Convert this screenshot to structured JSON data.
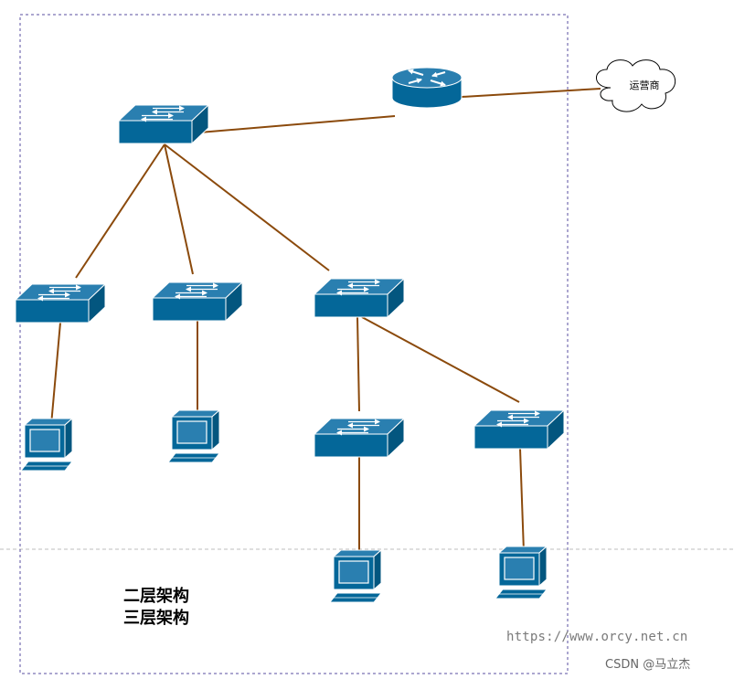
{
  "carrier_label": "运营商",
  "architecture_labels": [
    "二层架构",
    "三层架构"
  ],
  "watermark": {
    "url": "https://www.orcy.net.cn",
    "author": "CSDN @马立杰"
  },
  "colors": {
    "device": "#046799",
    "device_light": "#2a7fb0",
    "link": "#8b4a0c",
    "frame": "#5a4fa0",
    "separator": "#bdbdbd"
  },
  "nodes": [
    {
      "id": "core-switch",
      "kind": "switch"
    },
    {
      "id": "router",
      "kind": "router"
    },
    {
      "id": "carrier-cloud",
      "kind": "cloud"
    },
    {
      "id": "access-switch-1",
      "kind": "switch"
    },
    {
      "id": "access-switch-2",
      "kind": "switch"
    },
    {
      "id": "distribution-switch",
      "kind": "switch"
    },
    {
      "id": "access-switch-3",
      "kind": "switch"
    },
    {
      "id": "access-switch-4",
      "kind": "switch"
    },
    {
      "id": "pc-1",
      "kind": "pc"
    },
    {
      "id": "pc-2",
      "kind": "pc"
    },
    {
      "id": "pc-3",
      "kind": "pc"
    },
    {
      "id": "pc-4",
      "kind": "pc"
    }
  ],
  "links": [
    {
      "from": "core-switch",
      "to": "router"
    },
    {
      "from": "router",
      "to": "carrier-cloud"
    },
    {
      "from": "core-switch",
      "to": "access-switch-1"
    },
    {
      "from": "core-switch",
      "to": "access-switch-2"
    },
    {
      "from": "core-switch",
      "to": "distribution-switch"
    },
    {
      "from": "access-switch-1",
      "to": "pc-1"
    },
    {
      "from": "access-switch-2",
      "to": "pc-2"
    },
    {
      "from": "distribution-switch",
      "to": "access-switch-3"
    },
    {
      "from": "distribution-switch",
      "to": "access-switch-4"
    },
    {
      "from": "access-switch-3",
      "to": "pc-3"
    },
    {
      "from": "access-switch-4",
      "to": "pc-4"
    }
  ]
}
